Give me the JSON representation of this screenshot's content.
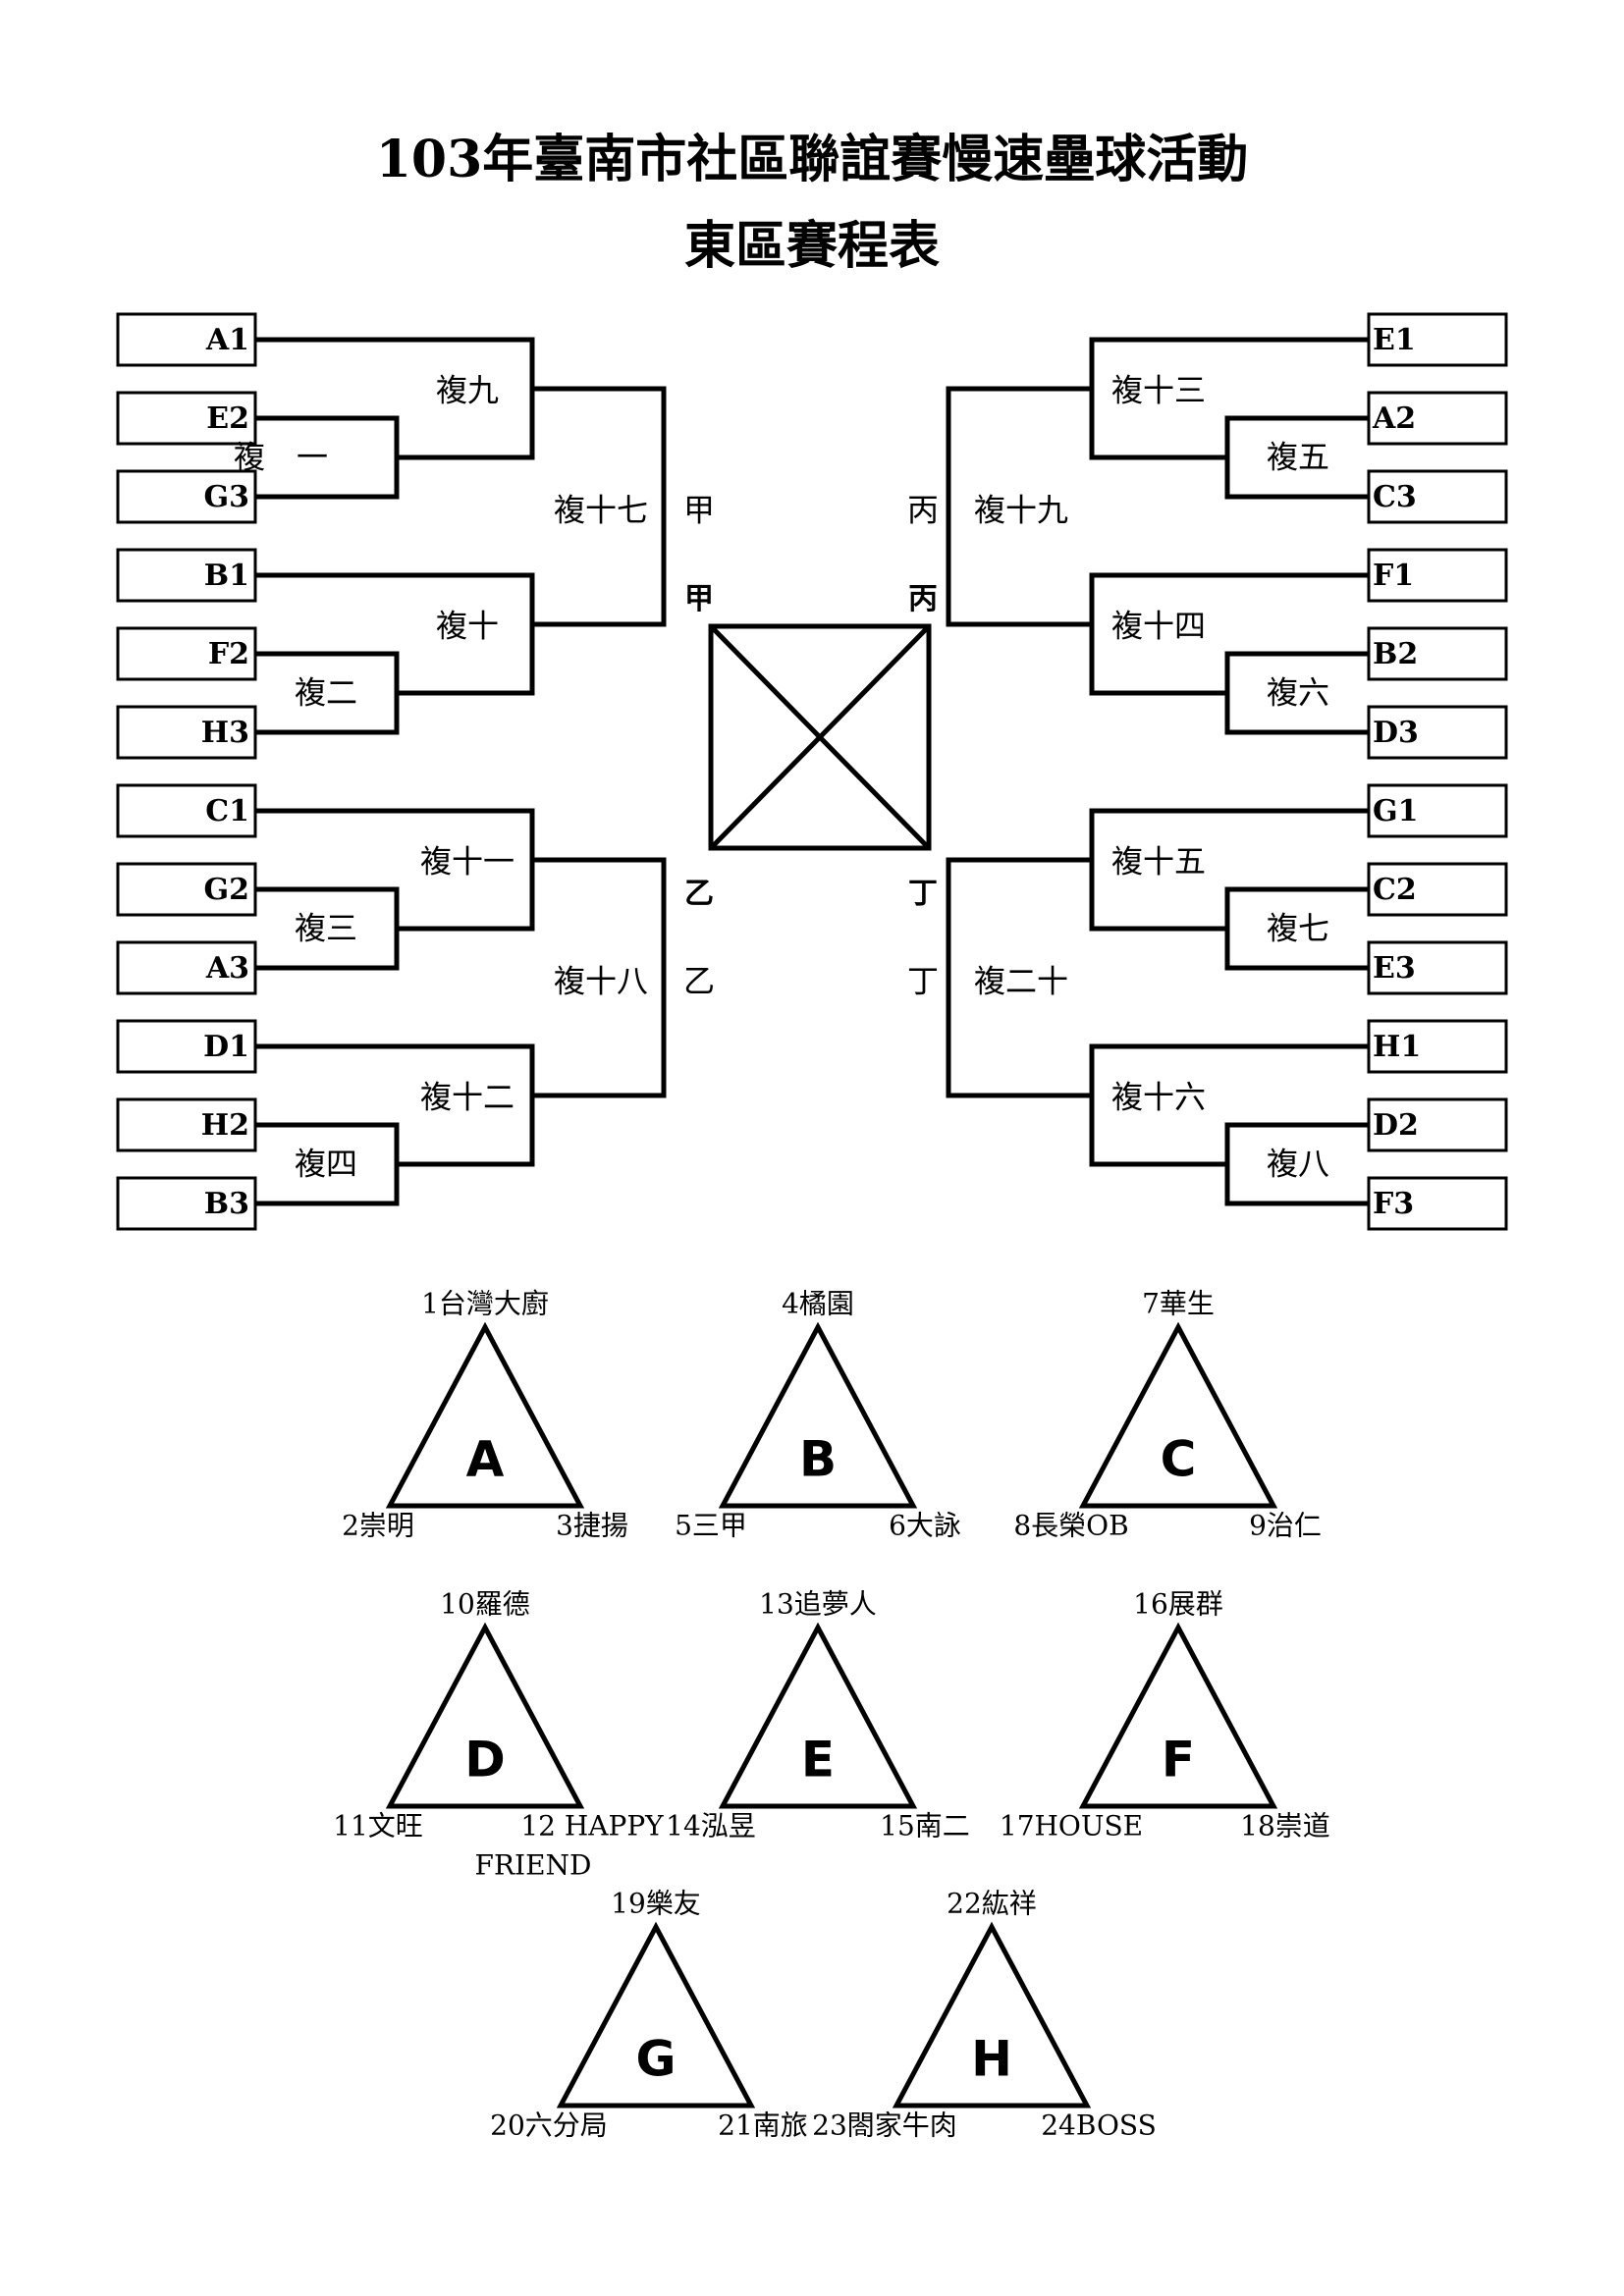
{
  "title": "103年臺南市社區聯誼賽慢速壘球活動",
  "subtitle": "東區賽程表",
  "slots": {
    "left": [
      "A1",
      "E2",
      "G3",
      "B1",
      "F2",
      "H3",
      "C1",
      "G2",
      "A3",
      "D1",
      "H2",
      "B3"
    ],
    "right": [
      "E1",
      "A2",
      "C3",
      "F1",
      "B2",
      "D3",
      "G1",
      "C2",
      "E3",
      "H1",
      "D2",
      "F3"
    ]
  },
  "games": {
    "g1": "複　一",
    "g2": "複二",
    "g3": "複三",
    "g4": "複四",
    "g5": "複五",
    "g6": "複六",
    "g7": "複七",
    "g8": "複八",
    "g9": "複九",
    "g10": "複十",
    "g11": "複十一",
    "g12": "複十二",
    "g13": "複十三",
    "g14": "複十四",
    "g15": "複十五",
    "g16": "複十六",
    "g17": "複十七",
    "g18": "複十八",
    "g19": "複十九",
    "g20": "複二十"
  },
  "finals_marks": {
    "jia": "甲",
    "yi": "乙",
    "bing": "丙",
    "ding": "丁"
  },
  "groups": [
    {
      "letter": "A",
      "top": "1台灣大廚",
      "left": "2崇明",
      "right": "3捷揚"
    },
    {
      "letter": "B",
      "top": "4橘園",
      "left": "5三甲",
      "right": "6大詠"
    },
    {
      "letter": "C",
      "top": "7華生",
      "left": "8長榮OB",
      "right": "9治仁"
    },
    {
      "letter": "D",
      "top": "10羅德",
      "left": "11文旺",
      "right": "12 HAPPY",
      "right2": "FRIEND"
    },
    {
      "letter": "E",
      "top": "13追夢人",
      "left": "14泓昱",
      "right": "15南二"
    },
    {
      "letter": "F",
      "top": "16展群",
      "left": "17HOUSE",
      "right": "18崇道"
    },
    {
      "letter": "G",
      "top": "19樂友",
      "left": "20六分局",
      "right": "21南旅"
    },
    {
      "letter": "H",
      "top": "22紘祥",
      "left": "23閤家牛肉",
      "right": "24BOSS"
    }
  ]
}
